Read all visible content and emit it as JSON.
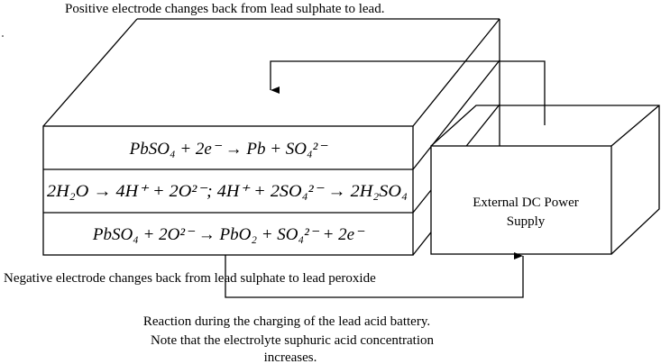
{
  "labels": {
    "positive": "Positive electrode changes back from lead sulphate to lead.",
    "negative": "Negative electrode changes back from lead sulphate to lead peroxide",
    "power_supply_line1": "External DC Power",
    "power_supply_line2": "Supply"
  },
  "equations": {
    "top": "PbSO₄ + 2e⁻ → Pb + SO₄²⁻",
    "middle": "2H₂O → 4H⁺ + 2O²⁻; 4H⁺ + 2SO₄²⁻ → 2H₂SO₄",
    "bottom": "PbSO₄ + 2O²⁻ → PbO₂ + SO₄²⁻ + 2e⁻"
  },
  "caption": {
    "line1": "Reaction during the charging of the lead acid battery.",
    "line2": "Note that the electrolyte suphuric acid concentration",
    "line3": "increases."
  }
}
